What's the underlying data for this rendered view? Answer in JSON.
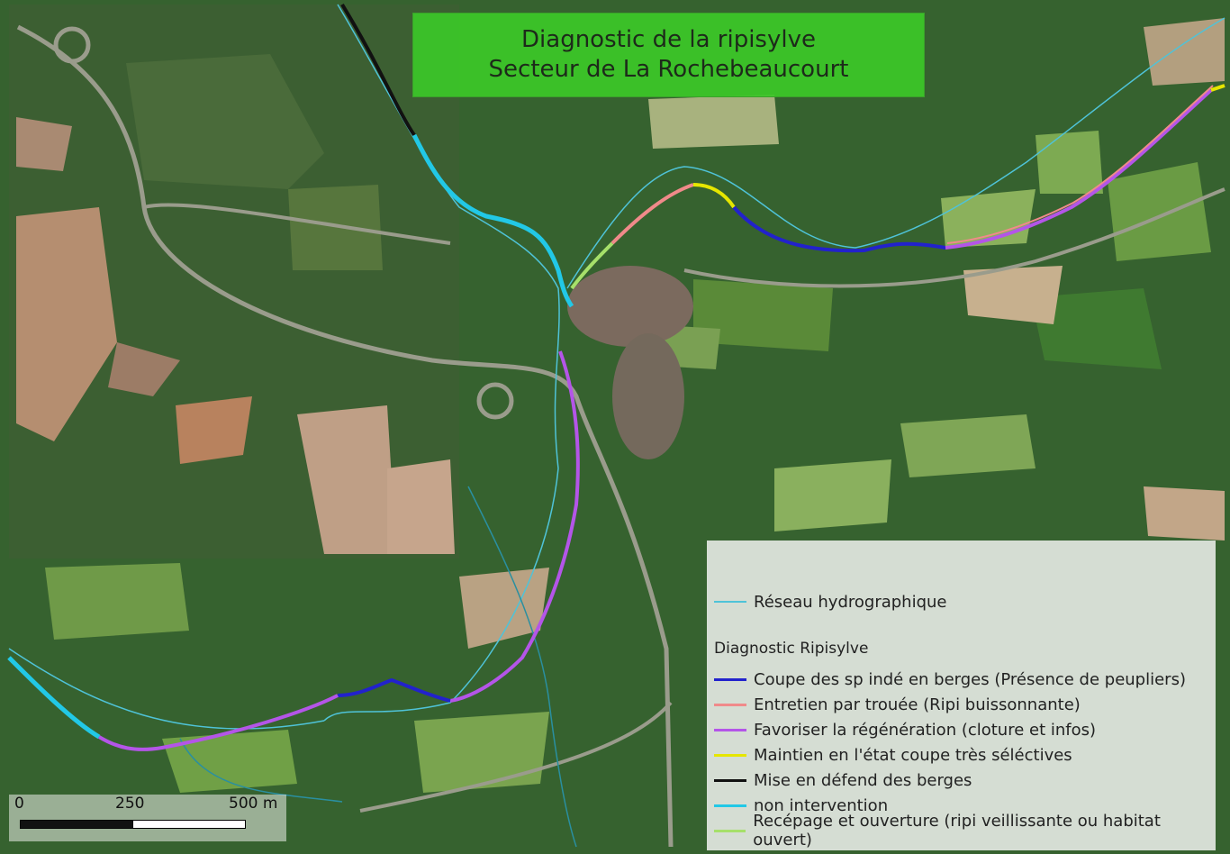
{
  "title": {
    "line1": "Diagnostic de la ripisylve",
    "line2": "Secteur de La Rochebeaucourt"
  },
  "legend": {
    "network_label": "Réseau hydrographique",
    "network_color": "#4fc3d8",
    "heading": "Diagnostic Ripisylve",
    "items": [
      {
        "label": "Coupe des sp indé en berges (Présence de peupliers)",
        "color": "#2222cc"
      },
      {
        "label": "Entretien par trouée (Ripi buissonnante)",
        "color": "#f08a8a"
      },
      {
        "label": "Favoriser la régénération (cloture et infos)",
        "color": "#b455e8"
      },
      {
        "label": "Maintien en l'état coupe très séléctives",
        "color": "#e6e600"
      },
      {
        "label": "Mise en défend des berges",
        "color": "#111111"
      },
      {
        "label": "non intervention",
        "color": "#22c8e6"
      },
      {
        "label": "Recépage  et ouverture (ripi veillissante ou habitat ouvert)",
        "color": "#a6e06a"
      }
    ]
  },
  "scale": {
    "ticks": [
      "0",
      "250",
      "500  m"
    ]
  }
}
